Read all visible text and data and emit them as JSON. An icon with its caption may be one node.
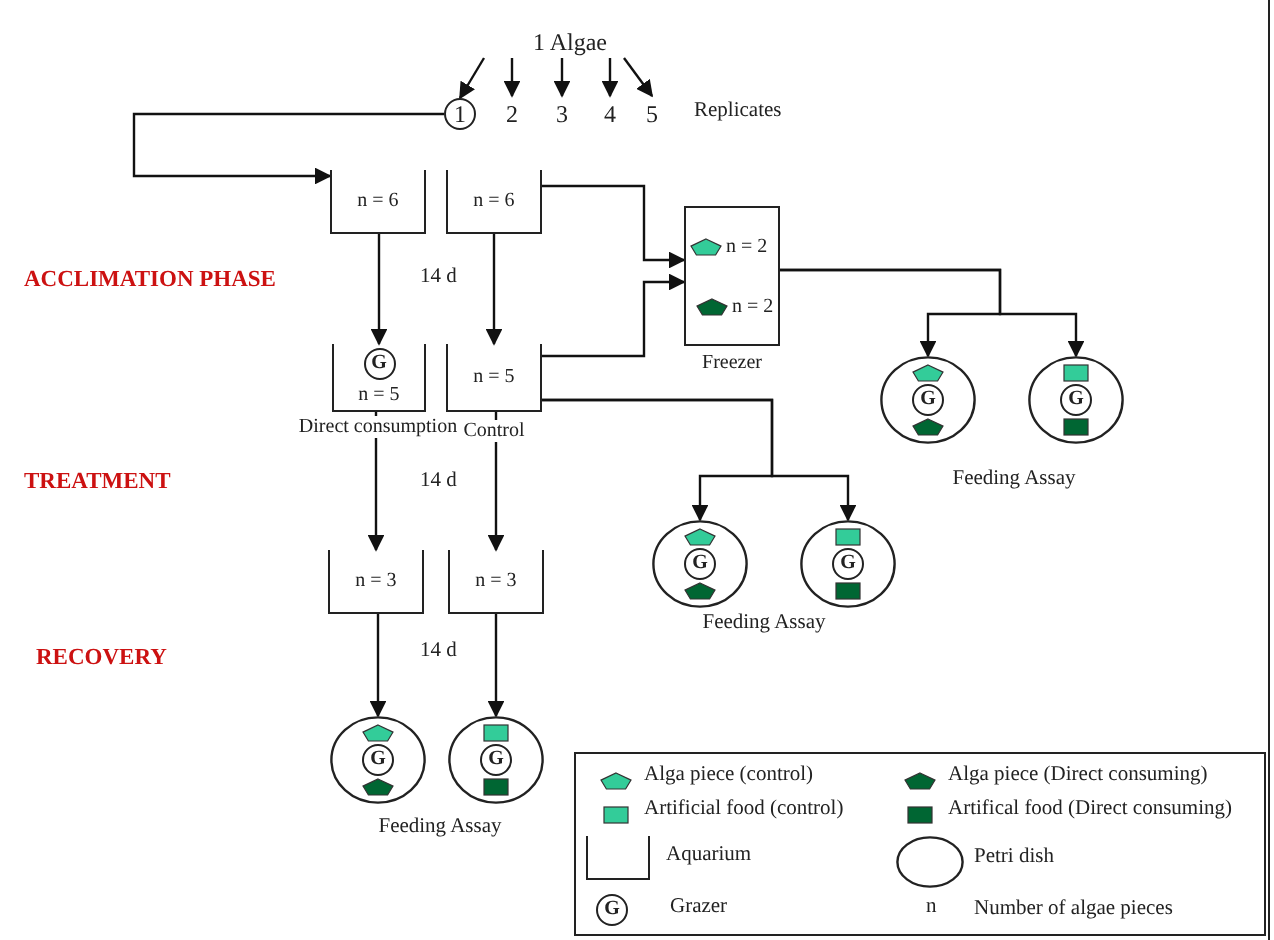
{
  "diagram": {
    "nodes": [
      {
        "text": [
          "1 Algae"
        ]
      },
      {
        "text": [
          "1"
        ]
      },
      {
        "text": [
          "2"
        ]
      },
      {
        "text": [
          "3"
        ]
      },
      {
        "text": [
          "4"
        ]
      },
      {
        "text": [
          "5"
        ]
      },
      {
        "text": [
          "n = 6"
        ]
      },
      {
        "text": [
          "n = 6"
        ]
      },
      {
        "text": [
          "n = 2",
          "n = 2"
        ],
        "beside": [
          "Freezer"
        ]
      },
      {
        "text": [
          "G",
          "n = 5"
        ],
        "beside": [
          "Direct consumption"
        ]
      },
      {
        "text": [
          "n = 5"
        ],
        "beside": [
          "Control"
        ]
      },
      {
        "text": [
          "n = 3"
        ]
      },
      {
        "text": [
          "n = 3"
        ]
      },
      {
        "text": [
          "G"
        ]
      },
      {
        "text": [
          "G"
        ]
      },
      {
        "text": [
          "G"
        ]
      },
      {
        "text": [
          "G"
        ]
      },
      {
        "text": [
          "G"
        ]
      },
      {
        "text": [
          "G"
        ]
      }
    ],
    "edges": [
      {
        "from": 0,
        "to": 1,
        "arrow": "to"
      },
      {
        "from": 0,
        "to": 2,
        "arrow": "to"
      },
      {
        "from": 0,
        "to": 3,
        "arrow": "to"
      },
      {
        "from": 0,
        "to": 4,
        "arrow": "to"
      },
      {
        "from": 0,
        "to": 5,
        "arrow": "to"
      },
      {
        "from": 1,
        "to": 6,
        "arrow": "to"
      },
      {
        "from": 6,
        "to": 9,
        "arrow": "to"
      },
      {
        "from": 7,
        "to": 10,
        "arrow": "to"
      },
      {
        "from": 7,
        "to": 8,
        "arrow": "to"
      },
      {
        "from": 10,
        "to": 8,
        "arrow": "to"
      },
      {
        "from": 8,
        "to": 13,
        "arrow": "to"
      },
      {
        "from": 8,
        "to": 14,
        "arrow": "to"
      },
      {
        "from": 10,
        "to": 15,
        "arrow": "to"
      },
      {
        "from": 10,
        "to": 16,
        "arrow": "to"
      },
      {
        "from": 9,
        "to": 11,
        "arrow": "to"
      },
      {
        "from": 10,
        "to": 12,
        "arrow": "to"
      },
      {
        "from": 11,
        "to": 17,
        "arrow": "to"
      },
      {
        "from": 12,
        "to": 18,
        "arrow": "to"
      }
    ],
    "labels": [
      "Replicates",
      "ACCLIMATION PHASE",
      "14 d",
      "TREATMENT",
      "14 d",
      "RECOVERY",
      "14 d",
      "Feeding Assay",
      "Feeding Assay",
      "Feeding Assay",
      "G",
      "n"
    ],
    "legend": [
      {
        "text": "Alga piece (control)",
        "color": "#33cc99"
      },
      {
        "text": "Alga piece (Direct consuming)",
        "color": "#006633"
      },
      {
        "text": "Artificial food (control)",
        "color": "#33cc99"
      },
      {
        "text": "Artifical food (Direct consuming)",
        "color": "#006633"
      },
      {
        "text": "Aquarium"
      },
      {
        "text": "Petri dish"
      },
      {
        "text": "Grazer"
      },
      {
        "text": "Number of algae pieces"
      }
    ]
  }
}
